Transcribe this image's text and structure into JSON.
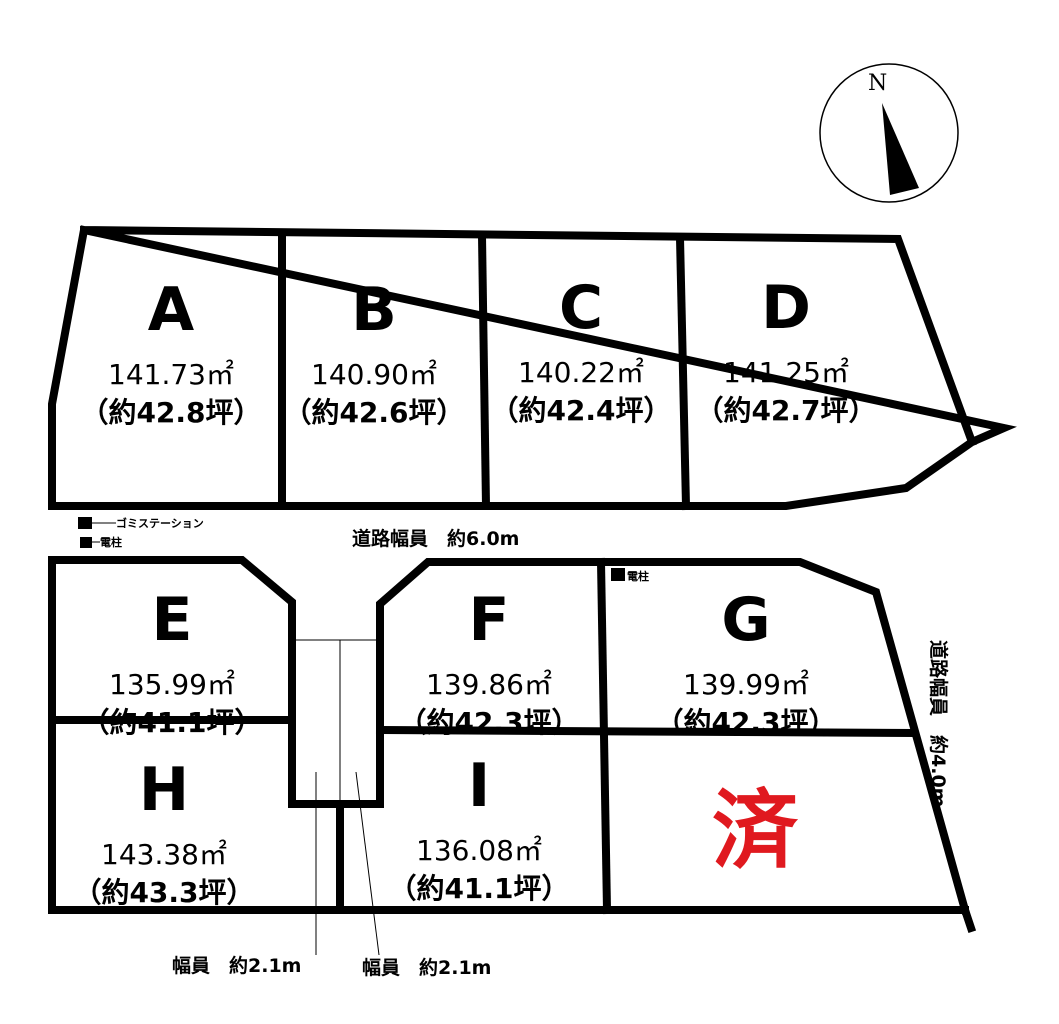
{
  "lots": [
    {
      "id": "A",
      "letter": "A",
      "area": "141.73㎡",
      "tsubo": "（約42.8坪）",
      "sold": false
    },
    {
      "id": "B",
      "letter": "B",
      "area": "140.90㎡",
      "tsubo": "（約42.6坪）",
      "sold": false
    },
    {
      "id": "C",
      "letter": "C",
      "area": "140.22㎡",
      "tsubo": "（約42.4坪）",
      "sold": false
    },
    {
      "id": "D",
      "letter": "D",
      "area": "141.25㎡",
      "tsubo": "（約42.7坪）",
      "sold": false
    },
    {
      "id": "E",
      "letter": "E",
      "area": "135.99㎡",
      "tsubo": "（約41.1坪）",
      "sold": false
    },
    {
      "id": "F",
      "letter": "F",
      "area": "139.86㎡",
      "tsubo": "（約42.3坪）",
      "sold": false
    },
    {
      "id": "G",
      "letter": "G",
      "area": "139.99㎡",
      "tsubo": "（約42.3坪）",
      "sold": false
    },
    {
      "id": "H",
      "letter": "H",
      "area": "143.38㎡",
      "tsubo": "（約43.3坪）",
      "sold": false
    },
    {
      "id": "I",
      "letter": "I",
      "area": "136.08㎡",
      "tsubo": "（約41.1坪）",
      "sold": false
    },
    {
      "id": "J",
      "letter": "済",
      "sold": true
    }
  ],
  "roads": {
    "main": "道路幅員　約6.0m",
    "east": "道路幅員　約4.0m",
    "passage_left": "幅員　約2.1m",
    "passage_right": "幅員　約2.1m"
  },
  "markers": {
    "garbage_station": "ゴミステーション",
    "pole": "電柱",
    "pole_g": "電柱"
  },
  "compass": {
    "label": "N"
  },
  "colors": {
    "sold": "#e0191f",
    "line": "#000000"
  }
}
